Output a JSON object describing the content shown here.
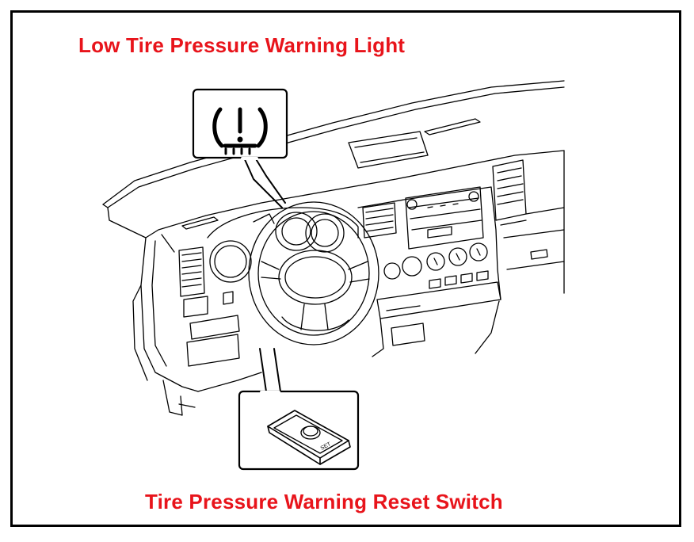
{
  "labels": {
    "warning_light": "Low Tire Pressure Warning Light",
    "reset_switch": "Tire Pressure Warning Reset Switch"
  },
  "colors": {
    "label": "#e8141b",
    "line": "#000000",
    "background": "#ffffff"
  },
  "icons": {
    "callout_top": "tpms-warning-icon",
    "callout_bottom": "reset-switch-icon"
  },
  "switch_text": "SET"
}
